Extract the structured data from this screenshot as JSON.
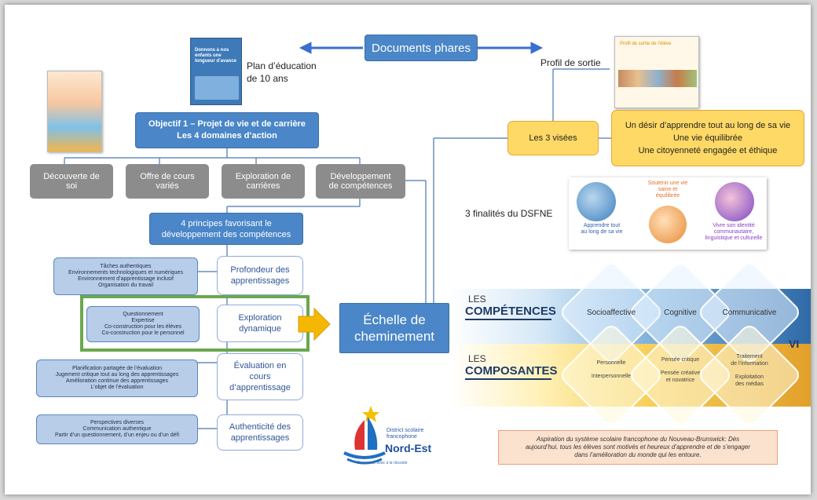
{
  "header": {
    "documents_phares": "Documents phares"
  },
  "plan": {
    "line1": "Plan d’éducation",
    "line2": "de 10 ans",
    "cover_line1": "Donnons à nos",
    "cover_line2": "enfants une",
    "cover_line3": "longueur d’avance"
  },
  "objectif": {
    "line1": "Objectif 1 – Projet de vie et de carrière",
    "line2": "Les 4 domaines d’action"
  },
  "domaines": [
    {
      "line1": "Découverte de",
      "line2": "soi"
    },
    {
      "line1": "Offre de cours",
      "line2": "variés"
    },
    {
      "line1": "Exploration de",
      "line2": "carrières"
    },
    {
      "line1": "Développement",
      "line2": "de compétences"
    }
  ],
  "principes_title": {
    "line1": "4 principes favorisant le",
    "line2": "développement des compétences"
  },
  "principes": [
    {
      "line1": "Profondeur des",
      "line2": "apprentissages",
      "line3": "",
      "details": [
        "Tâches authentiques",
        "Environnements technologiques et numériques",
        "Environnement d’apprentissage inclusif",
        "Organisation du travail"
      ]
    },
    {
      "line1": "Exploration",
      "line2": "dynamique",
      "line3": "",
      "details": [
        "Questionnement",
        "Expertise",
        "Co-construction pour les élèves",
        "Co-construction pour le personnel"
      ]
    },
    {
      "line1": "Évaluation en",
      "line2": "cours",
      "line3": "d’apprentissage",
      "details": [
        "Planification partagée de l’évaluation",
        "Jugement critique tout au long des apprentissages",
        "Amélioration continue des apprentissages",
        "L’objet de l’évaluation"
      ]
    },
    {
      "line1": "Authenticité des",
      "line2": "apprentissages",
      "line3": "",
      "details": [
        "Perspectives diverses",
        "Communication authentique",
        "Partir d’un questionnement, d’un enjeu ou d’un défi"
      ]
    }
  ],
  "echelle": {
    "line1": "Échelle de",
    "line2": "cheminement"
  },
  "logo": {
    "line1": "District scolaire",
    "line2": "francophone",
    "line3": "Nord-Est",
    "tagline": "On avance avec à la réussite"
  },
  "profil": {
    "label": "Profil de sortie",
    "cover_title": "Profil de sortie de l’élève"
  },
  "visees": {
    "label": "Les 3 visées",
    "items": [
      "Un désir d’apprendre tout au long de sa vie",
      "Une vie équilibrée",
      "Une citoyenneté engagée et éthique"
    ]
  },
  "finalites": {
    "label": "3 finalités du DSFNE",
    "items": [
      {
        "line1": "Apprendre tout",
        "line2": "au long de sa vie",
        "line3": "",
        "line4": ""
      },
      {
        "line1": "Soutenir une vie",
        "line2": "saine et",
        "line3": "équilibrée",
        "line4": ""
      },
      {
        "line1": "Vivre son identité",
        "line2": "communautaire,",
        "line3": "linguistique et culturelle",
        "line4": ""
      }
    ]
  },
  "competences": {
    "les": "LES",
    "title": "COMPÉTENCES",
    "items": [
      "Socioaffective",
      "Cognitive",
      "Communicative"
    ],
    "vi": "VI"
  },
  "composantes": {
    "les": "LES",
    "title": "COMPOSANTES",
    "groups": [
      [
        "Personnelle",
        "Interpersonnelle"
      ],
      [
        "Pensée critique",
        "Pensée créative",
        "et novatrice"
      ],
      [
        "Traitement",
        "de l’information",
        "Exploitation",
        "des médias"
      ]
    ]
  },
  "aspiration": {
    "line1": "Aspiration du système scolaire francophone du Nouveau-Brunswick: Dès",
    "line2": "aujourd’hui, tous les élèves sont motivés et heureux d’apprendre et de s’engager",
    "line3": "dans l’amélioration du monde qui les entoure."
  },
  "colors": {
    "blue": "#4a86c8",
    "green_highlight": "#6aa84f",
    "arrow_yellow": "#f5b800",
    "visees_yellow": "#ffd966"
  }
}
